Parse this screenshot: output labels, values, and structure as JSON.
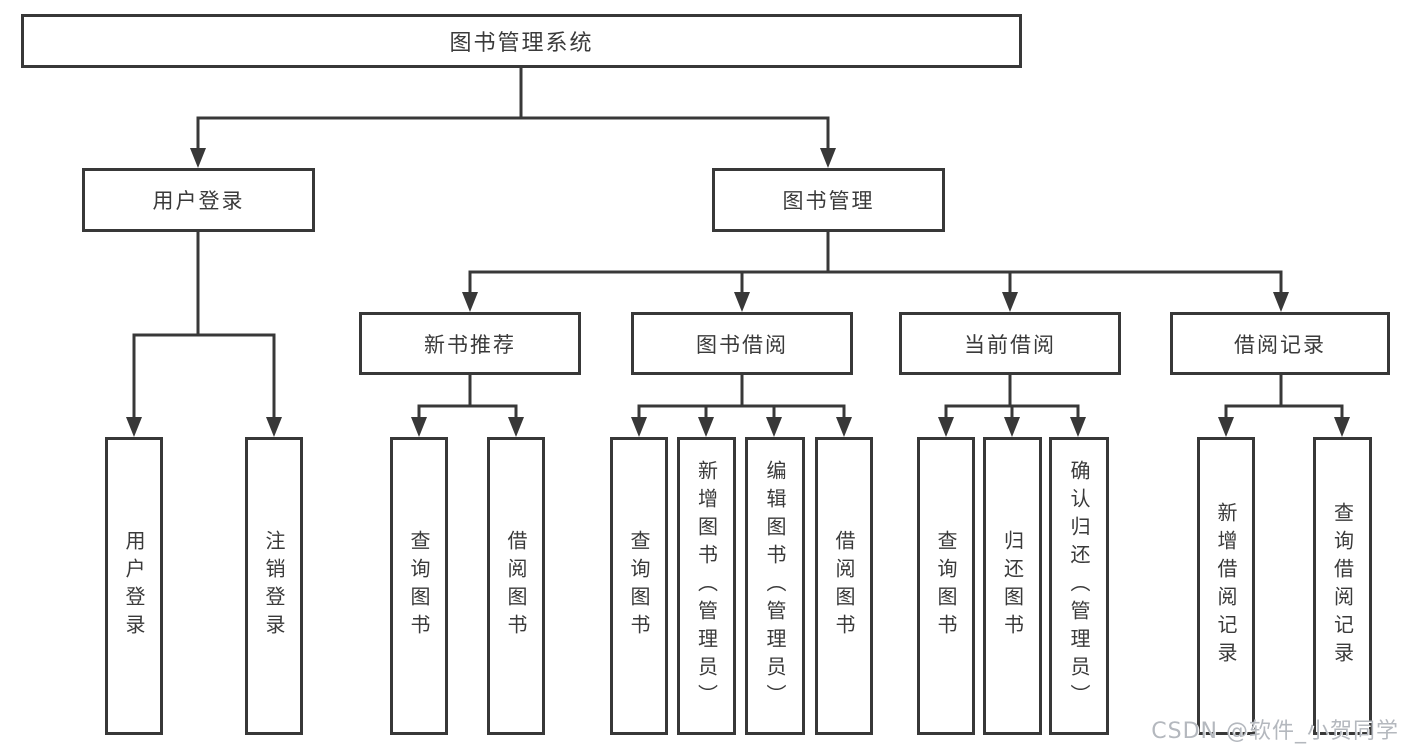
{
  "diagram_title": "图书管理系统",
  "tree": {
    "root": {
      "label": "图书管理系统"
    },
    "level2": [
      {
        "label": "用户登录"
      },
      {
        "label": "图书管理"
      }
    ],
    "level3": [
      {
        "label": "新书推荐"
      },
      {
        "label": "图书借阅"
      },
      {
        "label": "当前借阅"
      },
      {
        "label": "借阅记录"
      }
    ],
    "leaves": {
      "user_login": [
        "用户登录",
        "注销登录"
      ],
      "new_book": [
        "查询图书",
        "借阅图书"
      ],
      "borrow": [
        "查询图书",
        "新增图书（管理员）",
        "编辑图书（管理员）",
        "借阅图书"
      ],
      "current": [
        "查询图书",
        "归还图书",
        "确认归还（管理员）"
      ],
      "records": [
        "新增借阅记录",
        "查询借阅记录"
      ]
    }
  },
  "watermark": "CSDN @软件_小贺同学",
  "colors": {
    "line": "#383838",
    "text": "#3a3a3a",
    "box_fill": "#ffffff",
    "background": "#ffffff",
    "watermark": "#b4b8be"
  }
}
